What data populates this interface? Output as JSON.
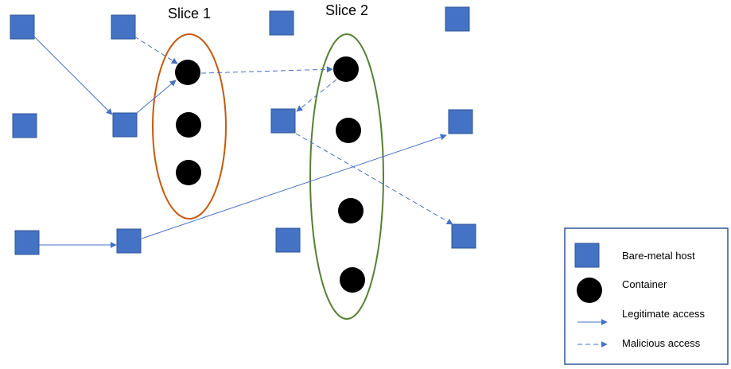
{
  "slices": [
    {
      "id": "slice-1",
      "title": "Slice 1",
      "color": "#C55A11"
    },
    {
      "id": "slice-2",
      "title": "Slice 2",
      "color": "#548235"
    }
  ],
  "colors": {
    "host_fill": "#4472C4",
    "host_stroke": "#2F5597",
    "container_fill": "#000000",
    "edge": "#4472C4",
    "legend_border": "#2F5597"
  },
  "legend": {
    "host": "Bare-metal host",
    "container": "Container",
    "legitimate": "Legitimate access",
    "malicious": "Malicious access"
  }
}
